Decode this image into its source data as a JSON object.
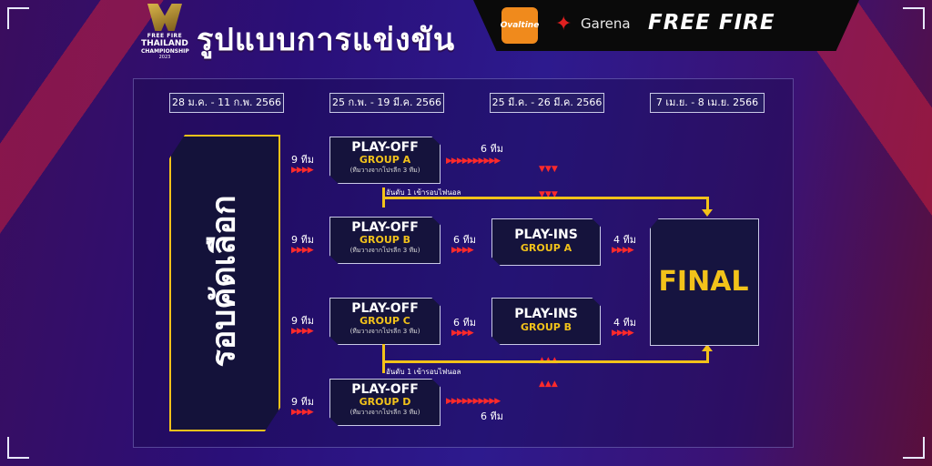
{
  "header": {
    "title": "รูปแบบการแข่งขัน",
    "logo_small": "FREE FIRE",
    "logo_line1": "THAILAND",
    "logo_line2": "CHAMPIONSHIP",
    "logo_year": "2023",
    "sponsor": "Ovaltine",
    "partner": "Garena",
    "game": "FREE FIRE"
  },
  "dates": [
    "28 ม.ค. - 11 ก.พ. 2566",
    "25 ก.พ. - 19 มี.ค. 2566",
    "25 มี.ค. - 26 มี.ค. 2566",
    "7 เม.ย. - 8 เม.ย. 2566"
  ],
  "qualifier": {
    "label": "รอบคัดเลือก"
  },
  "playoff": {
    "title": "PLAY-OFF",
    "subtitle": "(ทีมวางจากโปรลีก 3 ทีม)",
    "groups": [
      "GROUP A",
      "GROUP B",
      "GROUP C",
      "GROUP D"
    ]
  },
  "playins": {
    "title": "PLAY-INS",
    "groups": [
      "GROUP A",
      "GROUP B"
    ]
  },
  "final": {
    "label": "FINAL"
  },
  "flow": {
    "teams_9": "9 ทีม",
    "teams_6": "6 ทีม",
    "teams_4": "4 ทีม",
    "rank1_note": "อันดับ 1 เข้ารอบไฟนอล",
    "arrow_glyphs": "▶▶▶▶",
    "arrow_glyphs_long": "▶▶▶▶▶▶▶▶▶▶",
    "arrow_glyphs_v": "▼▼▼",
    "arrow_glyphs_up": "▲▲▲"
  },
  "colors": {
    "accent_yellow": "#f2c21a",
    "arrow_red": "#ff2a2a",
    "box_fill": "#15133c"
  }
}
